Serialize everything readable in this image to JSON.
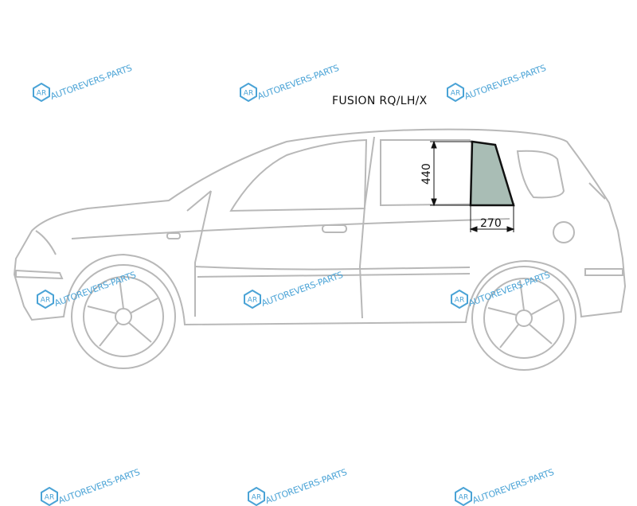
{
  "title": "FUSION RQ/LH/X",
  "dimensions": {
    "height": "440",
    "width": "270"
  },
  "watermark": {
    "text": "AUTOREVERS-PARTS",
    "logo_text": "AR",
    "color": "#4aa3d6"
  },
  "colors": {
    "car_outline": "#b5b5b5",
    "glass_fill": "#a9bdb5",
    "glass_outline": "#111111"
  }
}
